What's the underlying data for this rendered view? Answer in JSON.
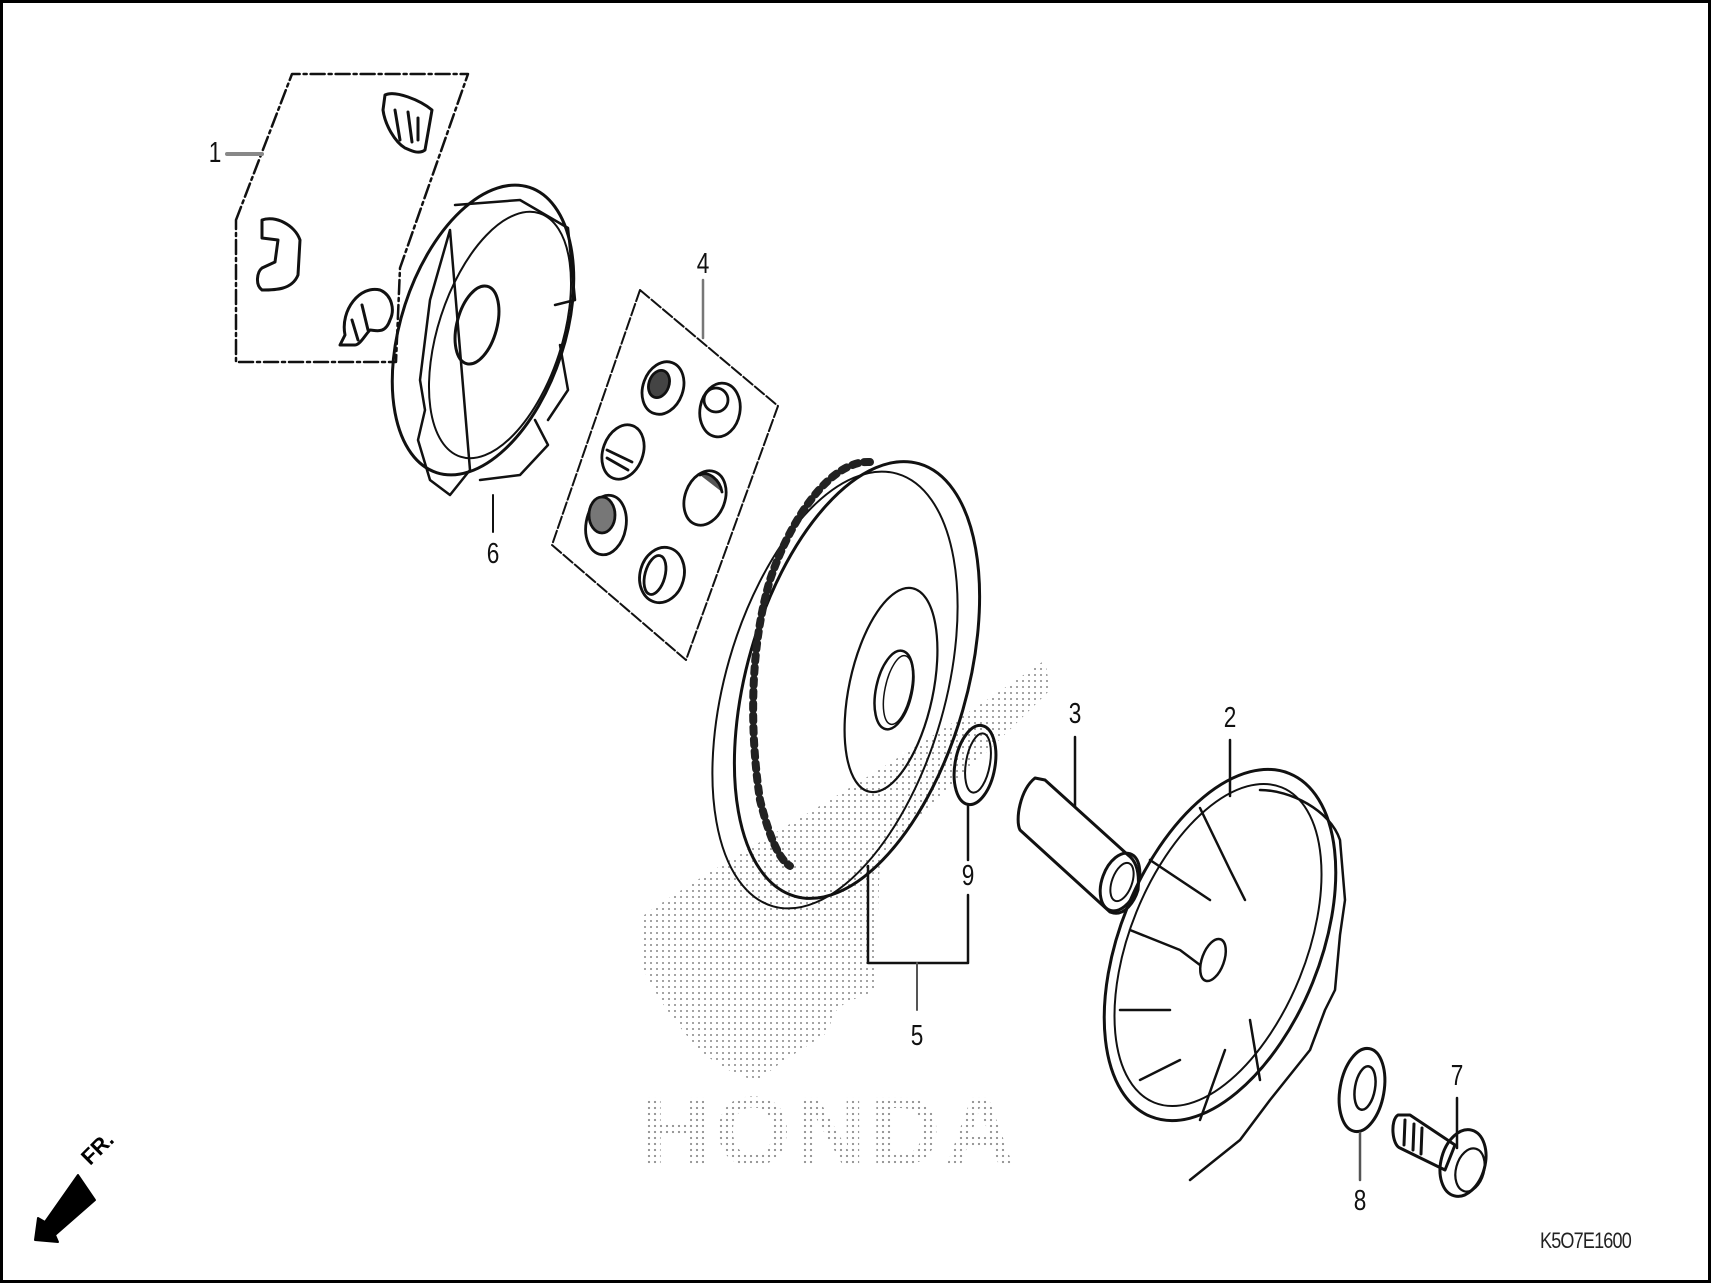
{
  "diagram": {
    "type": "exploded-parts-diagram",
    "subject": "drive pulley / variator assembly",
    "figure_code": "K5O7E1600",
    "direction_indicator": "FR.",
    "watermark": "HONDA",
    "colors": {
      "line": "#111111",
      "watermark_dots": "#9a9a9a",
      "background": "#ffffff",
      "border": "#000000"
    }
  },
  "callouts": [
    {
      "number": "1",
      "part": "slide piece set (3 pieces, dashed kit box)"
    },
    {
      "number": "2",
      "part": "fan pulley face (movable drive face)"
    },
    {
      "number": "3",
      "part": "collar / boss"
    },
    {
      "number": "4",
      "part": "weight roller set (6 rollers, kit box)"
    },
    {
      "number": "5",
      "part": "drive face assembly (bracket incl. 9)"
    },
    {
      "number": "6",
      "part": "ramp plate"
    },
    {
      "number": "7",
      "part": "flange bolt"
    },
    {
      "number": "8",
      "part": "washer"
    },
    {
      "number": "9",
      "part": "oil seal"
    }
  ],
  "labels": {
    "l1": "1",
    "l2": "2",
    "l3": "3",
    "l4": "4",
    "l5": "5",
    "l6": "6",
    "l7": "7",
    "l8": "8",
    "l9": "9"
  }
}
